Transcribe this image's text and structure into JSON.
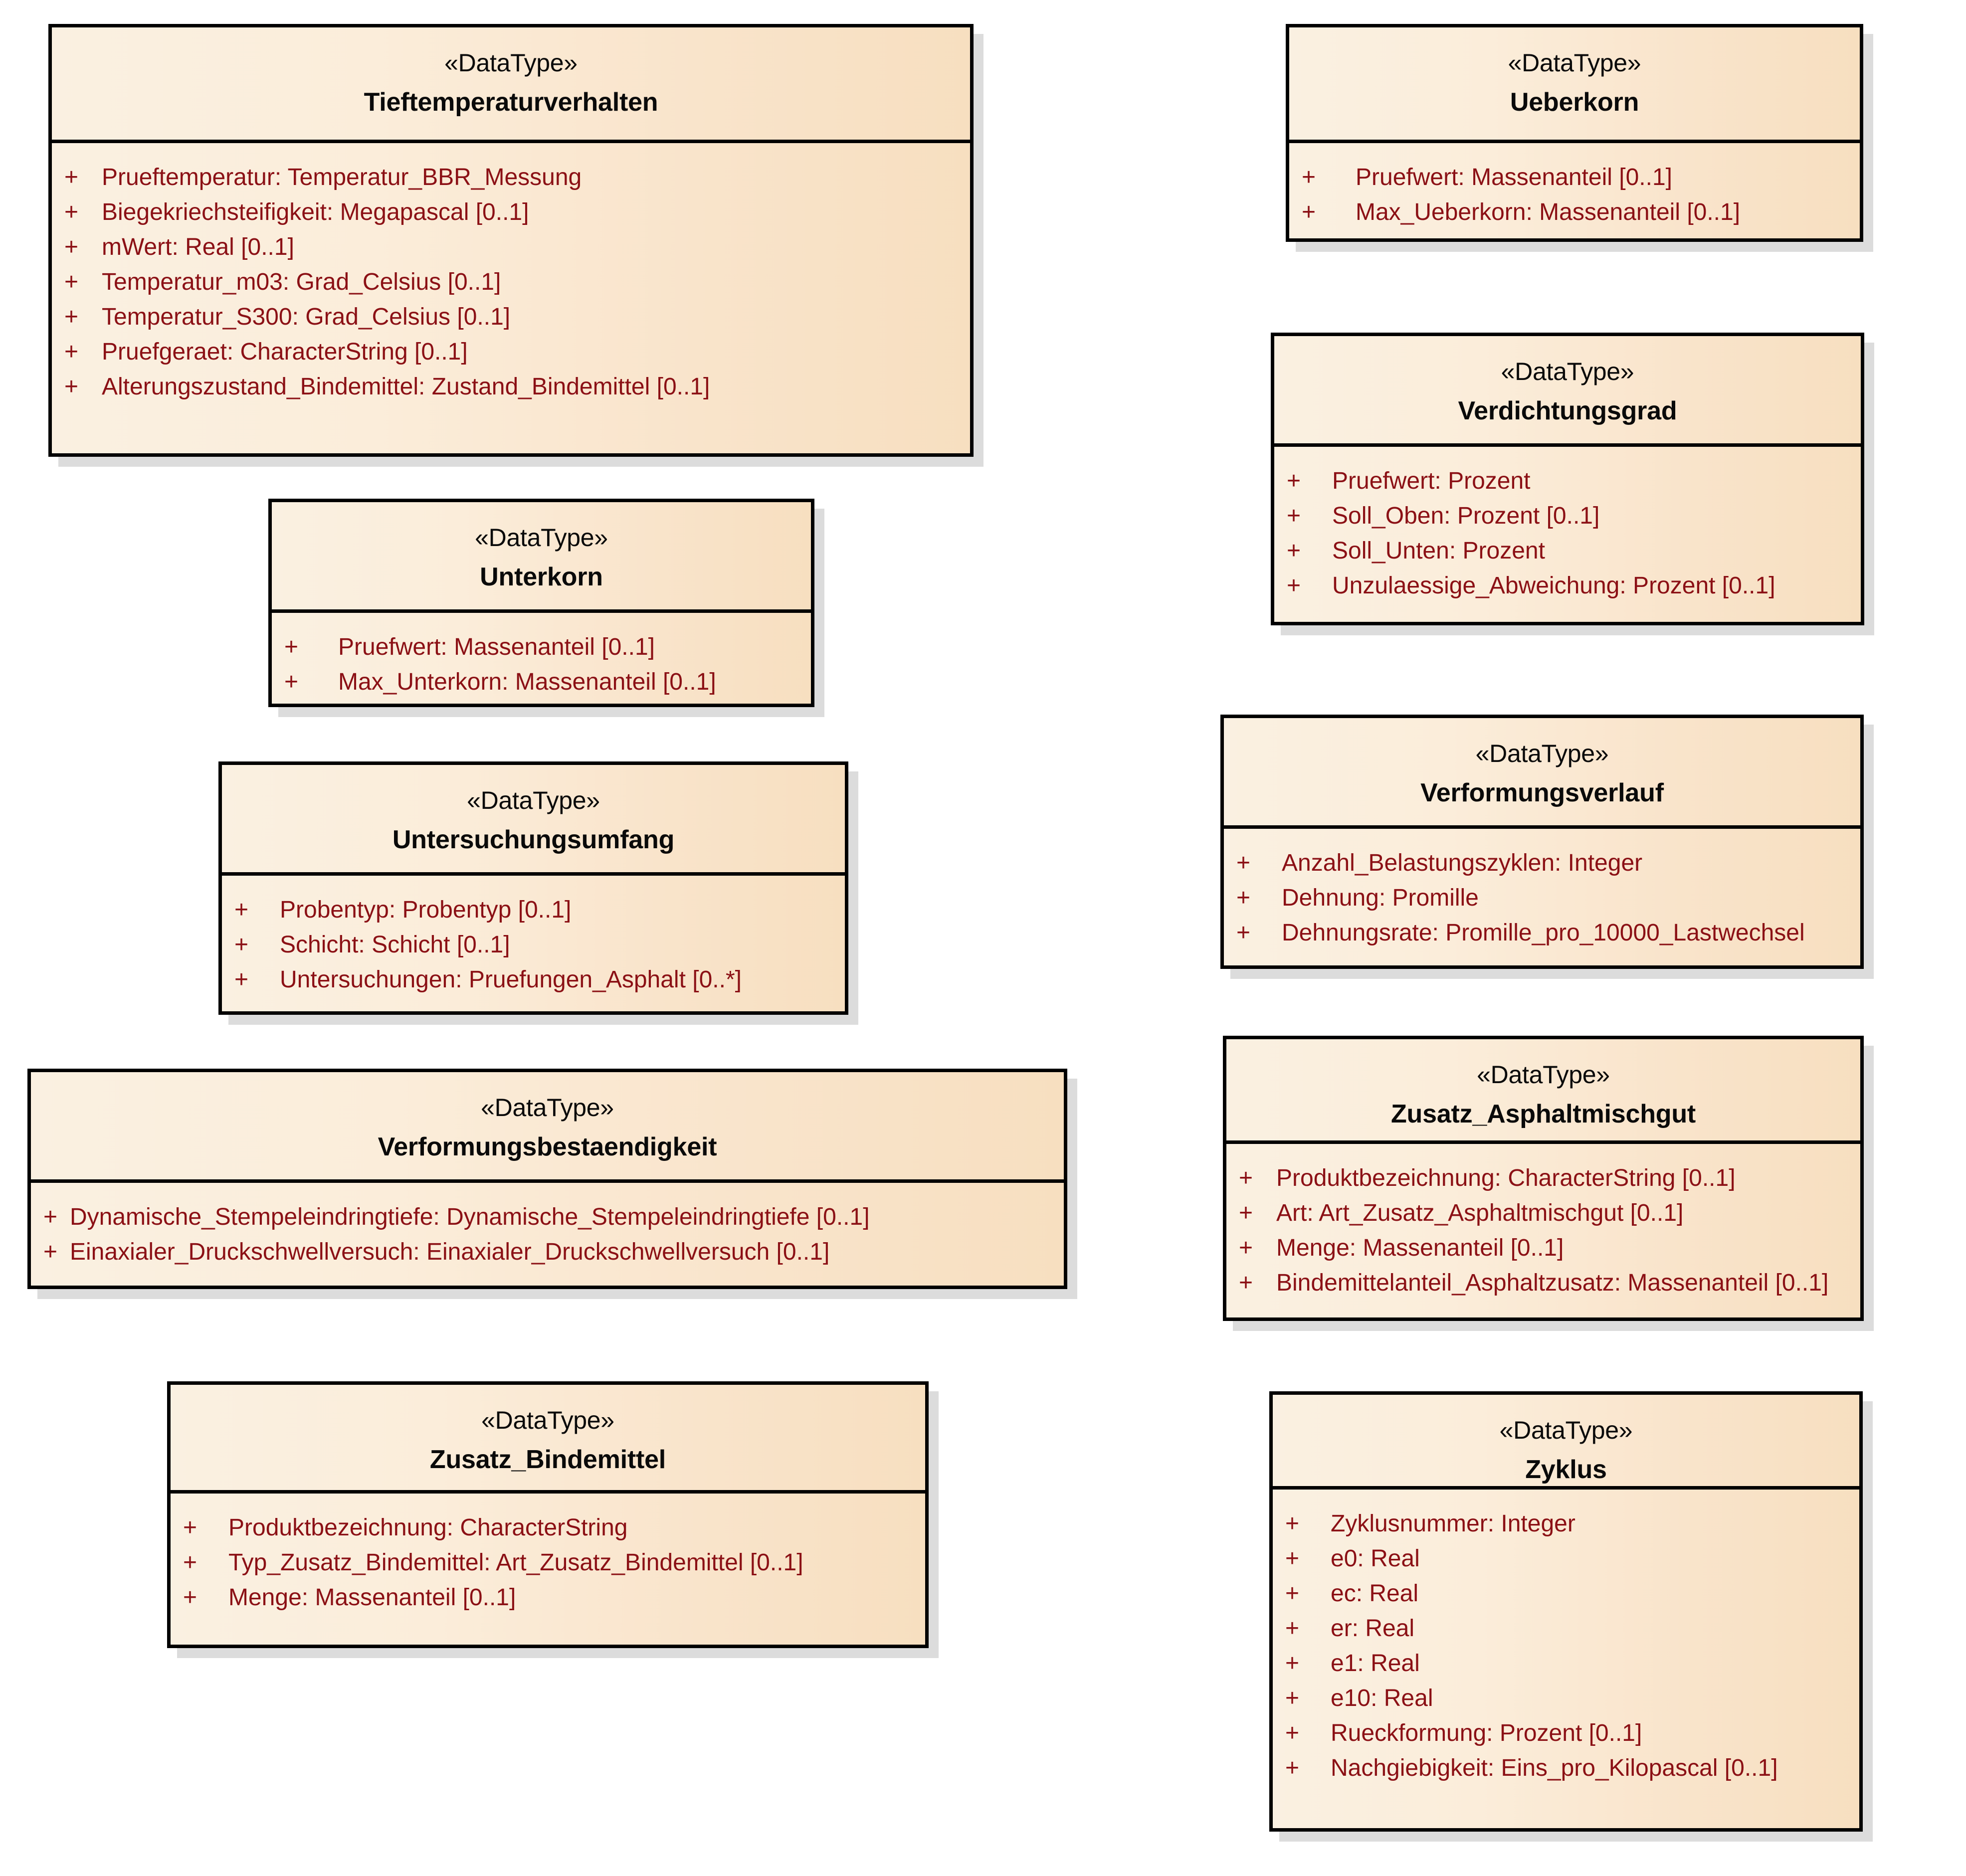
{
  "diagram": {
    "kind": "UML class diagram",
    "stereotype_label": "«DataType»",
    "visibility_public": "+",
    "colors": {
      "border": "#000000",
      "fill_left": "#FAF0E1",
      "fill_right": "#F7DFC0",
      "attribute_text": "#8B1015",
      "title_text": "#0A0A0A",
      "shadow": "#DCDCDC",
      "background": "#FFFFFF"
    }
  },
  "classes": [
    {
      "id": "tieftemperaturverhalten",
      "stereotype": "«DataType»",
      "name": "Tieftemperaturverhalten",
      "attributes": [
        {
          "visibility": "+",
          "text": "Prueftemperatur: Temperatur_BBR_Messung"
        },
        {
          "visibility": "+",
          "text": "Biegekriechsteifigkeit: Megapascal [0..1]"
        },
        {
          "visibility": "+",
          "text": "mWert: Real [0..1]"
        },
        {
          "visibility": "+",
          "text": "Temperatur_m03: Grad_Celsius [0..1]"
        },
        {
          "visibility": "+",
          "text": "Temperatur_S300: Grad_Celsius [0..1]"
        },
        {
          "visibility": "+",
          "text": "Pruefgeraet: CharacterString [0..1]"
        },
        {
          "visibility": "+",
          "text": "Alterungszustand_Bindemittel: Zustand_Bindemittel [0..1]"
        }
      ]
    },
    {
      "id": "ueberkorn",
      "stereotype": "«DataType»",
      "name": "Ueberkorn",
      "attributes": [
        {
          "visibility": "+",
          "text": "Pruefwert: Massenanteil [0..1]"
        },
        {
          "visibility": "+",
          "text": "Max_Ueberkorn: Massenanteil [0..1]"
        }
      ]
    },
    {
      "id": "unterkorn",
      "stereotype": "«DataType»",
      "name": "Unterkorn",
      "attributes": [
        {
          "visibility": "+",
          "text": "Pruefwert: Massenanteil [0..1]"
        },
        {
          "visibility": "+",
          "text": "Max_Unterkorn: Massenanteil [0..1]"
        }
      ]
    },
    {
      "id": "verdichtungsgrad",
      "stereotype": "«DataType»",
      "name": "Verdichtungsgrad",
      "attributes": [
        {
          "visibility": "+",
          "text": "Pruefwert: Prozent"
        },
        {
          "visibility": "+",
          "text": "Soll_Oben: Prozent [0..1]"
        },
        {
          "visibility": "+",
          "text": "Soll_Unten: Prozent"
        },
        {
          "visibility": "+",
          "text": "Unzulaessige_Abweichung: Prozent [0..1]"
        }
      ]
    },
    {
      "id": "untersuchungsumfang",
      "stereotype": "«DataType»",
      "name": "Untersuchungsumfang",
      "attributes": [
        {
          "visibility": "+",
          "text": "Probentyp: Probentyp [0..1]"
        },
        {
          "visibility": "+",
          "text": "Schicht: Schicht [0..1]"
        },
        {
          "visibility": "+",
          "text": "Untersuchungen: Pruefungen_Asphalt [0..*]"
        }
      ]
    },
    {
      "id": "verformungsverlauf",
      "stereotype": "«DataType»",
      "name": "Verformungsverlauf",
      "attributes": [
        {
          "visibility": "+",
          "text": "Anzahl_Belastungszyklen: Integer"
        },
        {
          "visibility": "+",
          "text": "Dehnung: Promille"
        },
        {
          "visibility": "+",
          "text": "Dehnungsrate: Promille_pro_10000_Lastwechsel"
        }
      ]
    },
    {
      "id": "verformungsbestaendigkeit",
      "stereotype": "«DataType»",
      "name": "Verformungsbestaendigkeit",
      "attributes": [
        {
          "visibility": "+",
          "text": "Dynamische_Stempeleindringtiefe: Dynamische_Stempeleindringtiefe [0..1]"
        },
        {
          "visibility": "+",
          "text": "Einaxialer_Druckschwellversuch: Einaxialer_Druckschwellversuch [0..1]"
        }
      ]
    },
    {
      "id": "zusatz_asphaltmischgut",
      "stereotype": "«DataType»",
      "name": "Zusatz_Asphaltmischgut",
      "attributes": [
        {
          "visibility": "+",
          "text": "Produktbezeichnung: CharacterString [0..1]"
        },
        {
          "visibility": "+",
          "text": "Art: Art_Zusatz_Asphaltmischgut [0..1]"
        },
        {
          "visibility": "+",
          "text": "Menge: Massenanteil [0..1]"
        },
        {
          "visibility": "+",
          "text": "Bindemittelanteil_Asphaltzusatz: Massenanteil [0..1]"
        }
      ]
    },
    {
      "id": "zusatz_bindemittel",
      "stereotype": "«DataType»",
      "name": "Zusatz_Bindemittel",
      "attributes": [
        {
          "visibility": "+",
          "text": "Produktbezeichnung: CharacterString"
        },
        {
          "visibility": "+",
          "text": "Typ_Zusatz_Bindemittel: Art_Zusatz_Bindemittel [0..1]"
        },
        {
          "visibility": "+",
          "text": "Menge: Massenanteil [0..1]"
        }
      ]
    },
    {
      "id": "zyklus",
      "stereotype": "«DataType»",
      "name": "Zyklus",
      "attributes": [
        {
          "visibility": "+",
          "text": "Zyklusnummer: Integer"
        },
        {
          "visibility": "+",
          "text": "e0: Real"
        },
        {
          "visibility": "+",
          "text": "ec: Real"
        },
        {
          "visibility": "+",
          "text": "er: Real"
        },
        {
          "visibility": "+",
          "text": "e1: Real"
        },
        {
          "visibility": "+",
          "text": "e10: Real"
        },
        {
          "visibility": "+",
          "text": "Rueckformung: Prozent [0..1]"
        },
        {
          "visibility": "+",
          "text": "Nachgiebigkeit: Eins_pro_Kilopascal [0..1]"
        }
      ]
    }
  ]
}
